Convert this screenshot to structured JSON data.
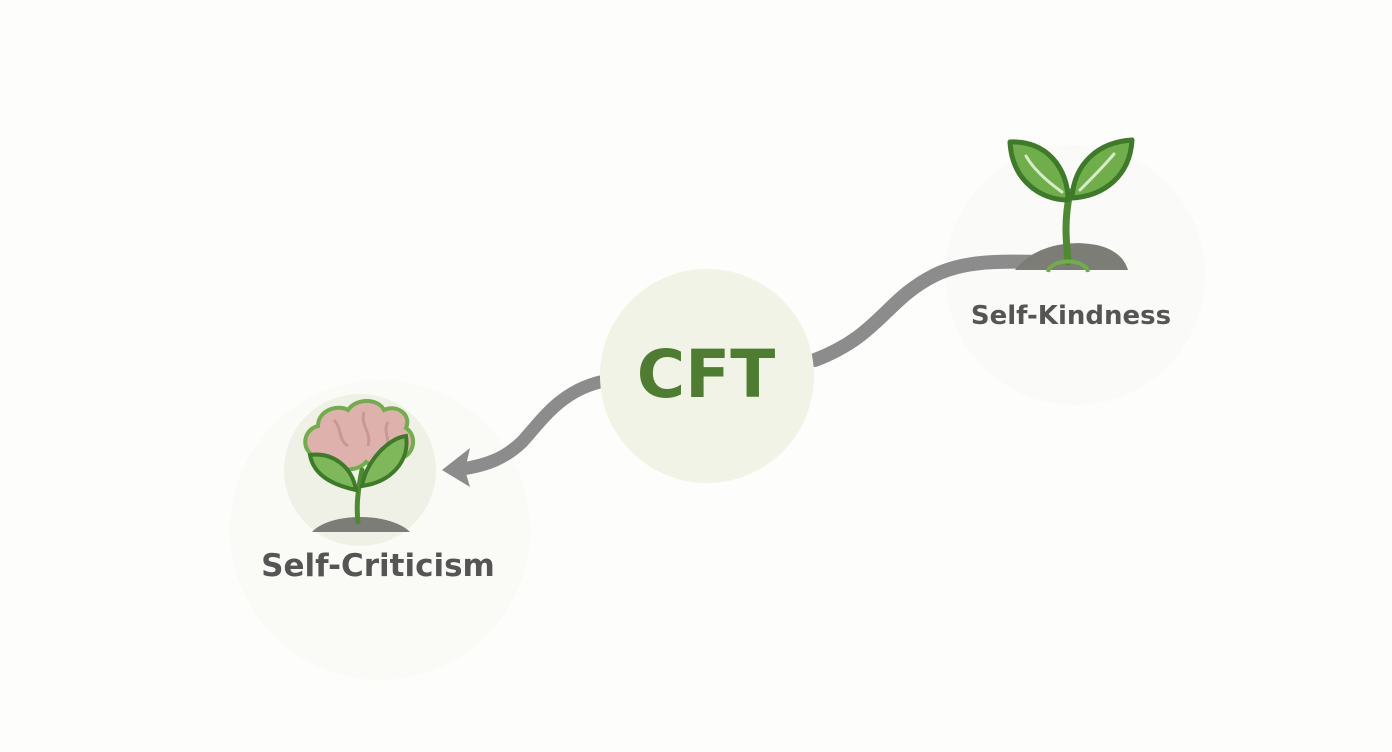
{
  "diagram": {
    "center": {
      "label": "CFT"
    },
    "from_node": {
      "label": "Self-Criticism",
      "icon": "brain-sprout-icon"
    },
    "to_node": {
      "label": "Self-Kindness",
      "icon": "seedling-icon"
    }
  },
  "colors": {
    "leaf_green": "#6fae4a",
    "leaf_outline": "#3f7a2a",
    "brain_pink": "#dfb1ac",
    "center_fill": "#f1f3e6",
    "connector_gray": "#8c8c8c",
    "text_gray": "#555555",
    "soil_gray": "#7d7d78"
  }
}
